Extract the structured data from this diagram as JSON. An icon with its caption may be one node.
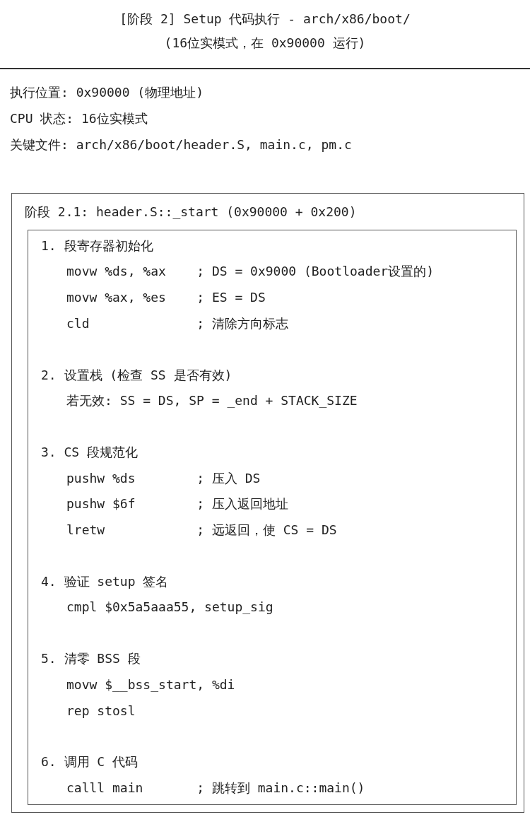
{
  "diagram": {
    "title": "[阶段 2] Setup 代码执行 - arch/x86/boot/",
    "labels": [
      "(16位实模式，在 0x90000 运行)",
      "执行位置: 0x90000 (物理地址)",
      "CPU 状态: 16位实模式",
      "关键文件: arch/x86/boot/header.S, main.c, pm.c"
    ],
    "nodes": [
      {
        "text": [
          "阶段 2.1: header.S::_start (0x90000 + 0x200)"
        ]
      },
      {
        "text": [
          "1. 段寄存器初始化",
          "movw %ds, %ax    ; DS = 0x9000 (Bootloader设置的)",
          "movw %ax, %es    ; ES = DS",
          "cld              ; 清除方向标志",
          "2. 设置栈 (检查 SS 是否有效)",
          "若无效: SS = DS, SP = _end + STACK_SIZE",
          "3. CS 段规范化",
          "pushw %ds        ; 压入 DS",
          "pushw $6f        ; 压入返回地址",
          "lretw            ; 远返回，使 CS = DS",
          "4. 验证 setup 签名",
          "cmpl $0x5a5aaa55, setup_sig",
          "5. 清零 BSS 段",
          "movw $__bss_start, %di",
          "rep stosl",
          "6. 调用 C 代码",
          "calll main       ; 跳转到 main.c::main()"
        ],
        "in": 0
      }
    ]
  }
}
